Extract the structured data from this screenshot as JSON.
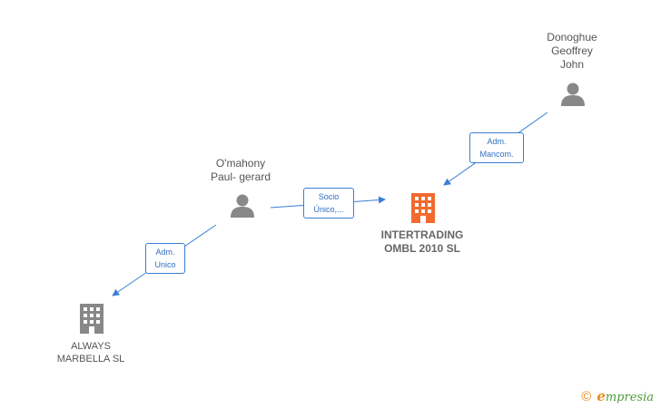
{
  "persons": {
    "donoghue": {
      "name": "Donoghue\nGeoffrey\nJohn"
    },
    "omahony": {
      "name": "O'mahony\nPaul- gerard"
    }
  },
  "companies": {
    "intertrading": {
      "name": "INTERTRADING\nOMBL 2010 SL"
    },
    "always": {
      "name": "ALWAYS\nMARBELLA SL"
    }
  },
  "relations": {
    "socio": "Socio\nÚnico,...",
    "adm_mancom": "Adm.\nMancom.",
    "adm_unico": "Adm.\nUnico"
  },
  "footer": {
    "copyright": "©",
    "brand_e": "e",
    "brand_rest": "mpresia"
  },
  "colors": {
    "person": "#888888",
    "company_main": "#f26a2e",
    "company": "#888888",
    "edge": "#3a7fd5"
  }
}
